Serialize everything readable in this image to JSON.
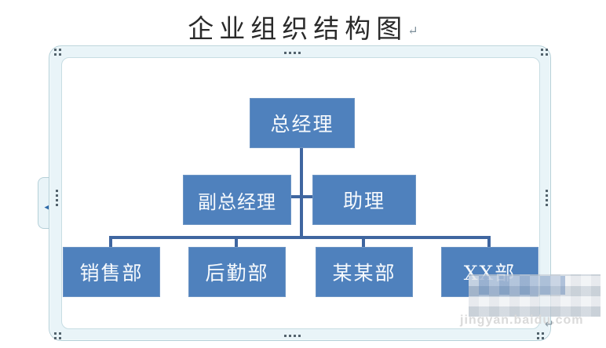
{
  "title": {
    "text": "企业组织结构图",
    "paragraph_mark": "↵"
  },
  "trailing_paragraph_mark": "↵",
  "org_chart": {
    "type": "org-hierarchy",
    "nodes": [
      {
        "id": "gm",
        "label": "总经理",
        "level": 1,
        "parent": null,
        "role": "root"
      },
      {
        "id": "deputy_gm",
        "label": "副总经理",
        "level": 2,
        "parent": "gm",
        "role": "assistant-branch"
      },
      {
        "id": "assistant",
        "label": "助理",
        "level": 2,
        "parent": "gm",
        "role": "assistant-branch"
      },
      {
        "id": "sales",
        "label": "销售部",
        "level": 3,
        "parent": "gm",
        "role": "department"
      },
      {
        "id": "logistics",
        "label": "后勤部",
        "level": 3,
        "parent": "gm",
        "role": "department"
      },
      {
        "id": "dept_mou",
        "label": "某某部",
        "level": 3,
        "parent": "gm",
        "role": "department"
      },
      {
        "id": "dept_xx",
        "label": "XX部",
        "level": 3,
        "parent": "gm",
        "role": "department"
      }
    ]
  },
  "selection_frame": {
    "selected": true,
    "handles": [
      "top-left",
      "top-middle",
      "top-right",
      "left-middle",
      "right-middle",
      "bottom-left",
      "bottom-middle",
      "bottom-right"
    ]
  },
  "icons": {
    "expand_arrow": "▶",
    "collapse_arrow": "◀"
  },
  "watermark": {
    "text": "jingyan.baidu.com"
  },
  "colors": {
    "node_fill": "#4f81bd",
    "connector": "#3f66a0",
    "frame_tint": "#e9f4f8",
    "frame_border": "#b5d0d8",
    "handle_dot": "#53636d",
    "title_text": "#2a2a2a",
    "watermark_text": "#dadada"
  }
}
